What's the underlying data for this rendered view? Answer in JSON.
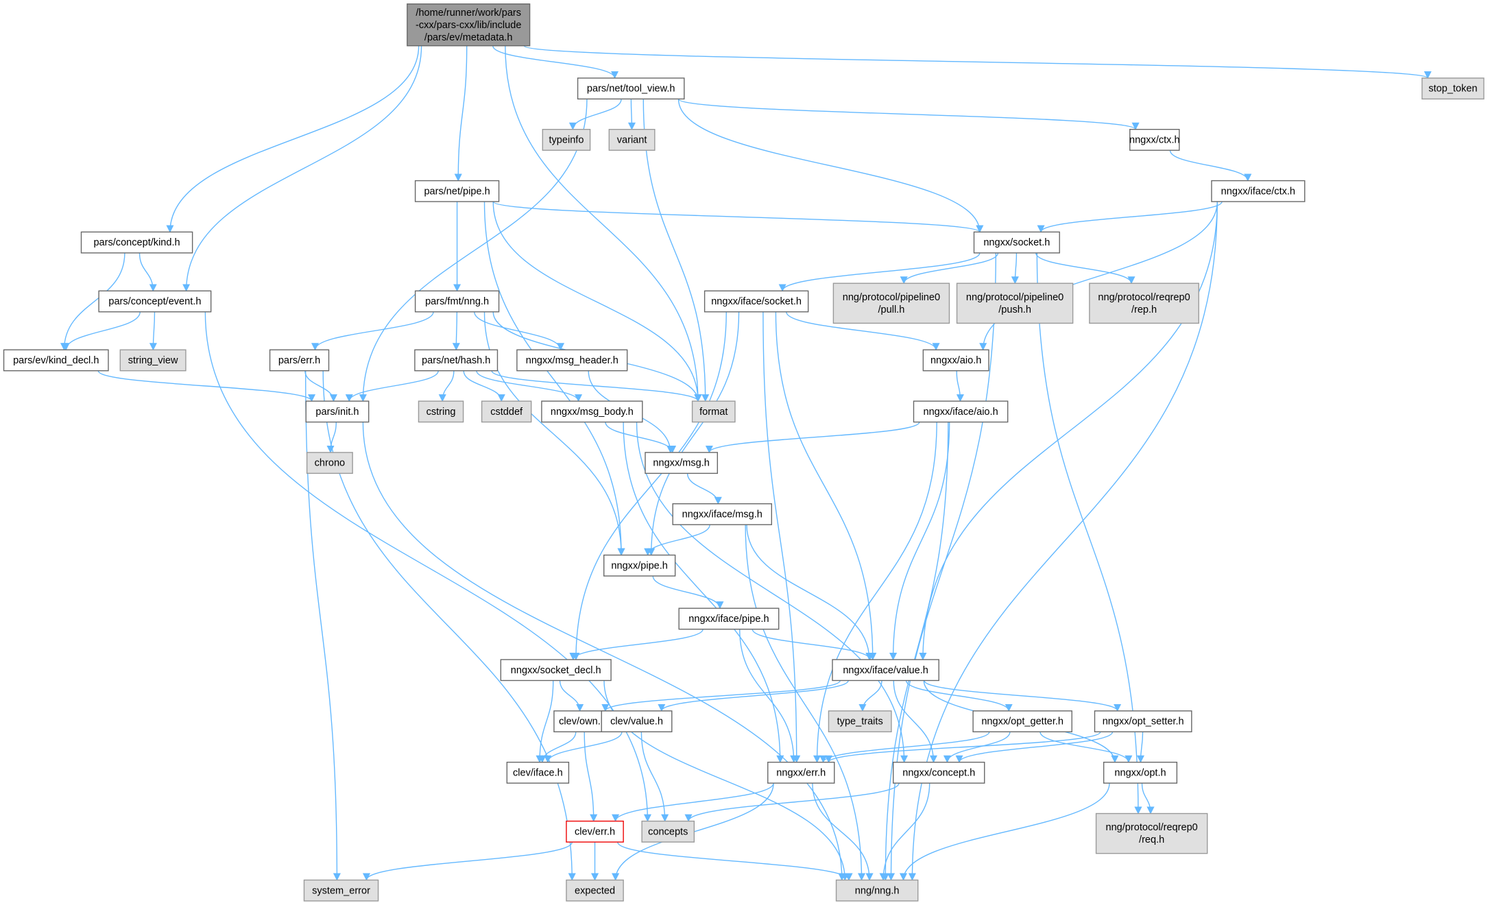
{
  "graph": {
    "edge_color": "#63b8ff",
    "nodes": [
      {
        "id": "root",
        "style": "root",
        "lines": [
          "/home/runner/work/pars",
          "-cxx/pars-cxx/lib/include",
          "/pars/ev/metadata.h"
        ]
      },
      {
        "id": "tool_view",
        "style": "normal",
        "lines": [
          "pars/net/tool_view.h"
        ]
      },
      {
        "id": "typeinfo",
        "style": "external",
        "lines": [
          "typeinfo"
        ]
      },
      {
        "id": "variant",
        "style": "external",
        "lines": [
          "variant"
        ]
      },
      {
        "id": "stop_token",
        "style": "external",
        "lines": [
          "stop_token"
        ]
      },
      {
        "id": "ctx",
        "style": "normal",
        "lines": [
          "nngxx/ctx.h"
        ]
      },
      {
        "id": "iface_ctx",
        "style": "normal",
        "lines": [
          "nngxx/iface/ctx.h"
        ]
      },
      {
        "id": "net_pipe",
        "style": "normal",
        "lines": [
          "pars/net/pipe.h"
        ]
      },
      {
        "id": "socket",
        "style": "normal",
        "lines": [
          "nngxx/socket.h"
        ]
      },
      {
        "id": "kind",
        "style": "normal",
        "lines": [
          "pars/concept/kind.h"
        ]
      },
      {
        "id": "event",
        "style": "normal",
        "lines": [
          "pars/concept/event.h"
        ]
      },
      {
        "id": "fmt_nng",
        "style": "normal",
        "lines": [
          "pars/fmt/nng.h"
        ]
      },
      {
        "id": "iface_socket",
        "style": "normal",
        "lines": [
          "nngxx/iface/socket.h"
        ]
      },
      {
        "id": "pull",
        "style": "external",
        "lines": [
          "nng/protocol/pipeline0",
          "/pull.h"
        ]
      },
      {
        "id": "push",
        "style": "external",
        "lines": [
          "nng/protocol/pipeline0",
          "/push.h"
        ]
      },
      {
        "id": "rep",
        "style": "external",
        "lines": [
          "nng/protocol/reqrep0",
          "/rep.h"
        ]
      },
      {
        "id": "kind_decl",
        "style": "normal",
        "lines": [
          "pars/ev/kind_decl.h"
        ]
      },
      {
        "id": "string_view",
        "style": "external",
        "lines": [
          "string_view"
        ]
      },
      {
        "id": "pars_err",
        "style": "normal",
        "lines": [
          "pars/err.h"
        ]
      },
      {
        "id": "hash",
        "style": "normal",
        "lines": [
          "pars/net/hash.h"
        ]
      },
      {
        "id": "msg_header",
        "style": "normal",
        "lines": [
          "nngxx/msg_header.h"
        ]
      },
      {
        "id": "aio",
        "style": "normal",
        "lines": [
          "nngxx/aio.h"
        ]
      },
      {
        "id": "init",
        "style": "normal",
        "lines": [
          "pars/init.h"
        ]
      },
      {
        "id": "cstring",
        "style": "external",
        "lines": [
          "cstring"
        ]
      },
      {
        "id": "cstddef",
        "style": "external",
        "lines": [
          "cstddef"
        ]
      },
      {
        "id": "msg_body",
        "style": "normal",
        "lines": [
          "nngxx/msg_body.h"
        ]
      },
      {
        "id": "format",
        "style": "external",
        "lines": [
          "format"
        ]
      },
      {
        "id": "iface_aio",
        "style": "normal",
        "lines": [
          "nngxx/iface/aio.h"
        ]
      },
      {
        "id": "chrono",
        "style": "external",
        "lines": [
          "chrono"
        ]
      },
      {
        "id": "msg",
        "style": "normal",
        "lines": [
          "nngxx/msg.h"
        ]
      },
      {
        "id": "iface_msg",
        "style": "normal",
        "lines": [
          "nngxx/iface/msg.h"
        ]
      },
      {
        "id": "pipe",
        "style": "normal",
        "lines": [
          "nngxx/pipe.h"
        ]
      },
      {
        "id": "iface_pipe",
        "style": "normal",
        "lines": [
          "nngxx/iface/pipe.h"
        ]
      },
      {
        "id": "socket_decl",
        "style": "normal",
        "lines": [
          "nngxx/socket_decl.h"
        ]
      },
      {
        "id": "iface_value",
        "style": "normal",
        "lines": [
          "nngxx/iface/value.h"
        ]
      },
      {
        "id": "own",
        "style": "normal",
        "lines": [
          "clev/own.h"
        ]
      },
      {
        "id": "clev_value",
        "style": "normal",
        "lines": [
          "clev/value.h"
        ]
      },
      {
        "id": "type_traits",
        "style": "external",
        "lines": [
          "type_traits"
        ]
      },
      {
        "id": "opt_getter",
        "style": "normal",
        "lines": [
          "nngxx/opt_getter.h"
        ]
      },
      {
        "id": "opt_setter",
        "style": "normal",
        "lines": [
          "nngxx/opt_setter.h"
        ]
      },
      {
        "id": "clev_iface",
        "style": "normal",
        "lines": [
          "clev/iface.h"
        ]
      },
      {
        "id": "nngxx_err",
        "style": "normal",
        "lines": [
          "nngxx/err.h"
        ]
      },
      {
        "id": "concept",
        "style": "normal",
        "lines": [
          "nngxx/concept.h"
        ]
      },
      {
        "id": "opt",
        "style": "normal",
        "lines": [
          "nngxx/opt.h"
        ]
      },
      {
        "id": "clev_err",
        "style": "error",
        "lines": [
          "clev/err.h"
        ]
      },
      {
        "id": "concepts",
        "style": "external",
        "lines": [
          "concepts"
        ]
      },
      {
        "id": "req",
        "style": "external",
        "lines": [
          "nng/protocol/reqrep0",
          "/req.h"
        ]
      },
      {
        "id": "system_error",
        "style": "external",
        "lines": [
          "system_error"
        ]
      },
      {
        "id": "expected",
        "style": "external",
        "lines": [
          "expected"
        ]
      },
      {
        "id": "nng",
        "style": "external",
        "lines": [
          "nng/nng.h"
        ]
      }
    ],
    "edges": [
      [
        "root",
        "tool_view"
      ],
      [
        "root",
        "net_pipe"
      ],
      [
        "root",
        "kind"
      ],
      [
        "root",
        "event"
      ],
      [
        "root",
        "format"
      ],
      [
        "root",
        "stop_token"
      ],
      [
        "tool_view",
        "typeinfo"
      ],
      [
        "tool_view",
        "variant"
      ],
      [
        "tool_view",
        "format"
      ],
      [
        "tool_view",
        "ctx"
      ],
      [
        "tool_view",
        "socket"
      ],
      [
        "tool_view",
        "init"
      ],
      [
        "ctx",
        "iface_ctx"
      ],
      [
        "iface_ctx",
        "socket"
      ],
      [
        "iface_ctx",
        "aio"
      ],
      [
        "iface_ctx",
        "iface_value"
      ],
      [
        "iface_ctx",
        "nng"
      ],
      [
        "net_pipe",
        "fmt_nng"
      ],
      [
        "net_pipe",
        "format"
      ],
      [
        "net_pipe",
        "socket"
      ],
      [
        "net_pipe",
        "pipe"
      ],
      [
        "socket",
        "iface_socket"
      ],
      [
        "socket",
        "pull"
      ],
      [
        "socket",
        "push"
      ],
      [
        "socket",
        "rep"
      ],
      [
        "socket",
        "req"
      ],
      [
        "socket",
        "nng"
      ],
      [
        "kind",
        "event"
      ],
      [
        "kind",
        "kind_decl"
      ],
      [
        "event",
        "kind_decl"
      ],
      [
        "event",
        "string_view"
      ],
      [
        "event",
        "concepts"
      ],
      [
        "fmt_nng",
        "pars_err"
      ],
      [
        "fmt_nng",
        "hash"
      ],
      [
        "fmt_nng",
        "msg_header"
      ],
      [
        "fmt_nng",
        "format"
      ],
      [
        "fmt_nng",
        "pipe"
      ],
      [
        "iface_socket",
        "aio"
      ],
      [
        "iface_socket",
        "iface_value"
      ],
      [
        "iface_socket",
        "nngxx_err"
      ],
      [
        "iface_socket",
        "socket_decl"
      ],
      [
        "iface_socket",
        "pipe"
      ],
      [
        "kind_decl",
        "init"
      ],
      [
        "pars_err",
        "init"
      ],
      [
        "pars_err",
        "system_error"
      ],
      [
        "pars_err",
        "expected"
      ],
      [
        "hash",
        "init"
      ],
      [
        "hash",
        "cstring"
      ],
      [
        "hash",
        "cstddef"
      ],
      [
        "hash",
        "msg_body"
      ],
      [
        "hash",
        "format"
      ],
      [
        "msg_header",
        "msg"
      ],
      [
        "aio",
        "iface_aio"
      ],
      [
        "init",
        "chrono"
      ],
      [
        "init",
        "nng"
      ],
      [
        "msg_body",
        "msg"
      ],
      [
        "msg_body",
        "nngxx_err"
      ],
      [
        "msg_body",
        "concept"
      ],
      [
        "iface_aio",
        "msg"
      ],
      [
        "iface_aio",
        "iface_value"
      ],
      [
        "iface_aio",
        "nngxx_err"
      ],
      [
        "iface_aio",
        "nng"
      ],
      [
        "msg",
        "iface_msg"
      ],
      [
        "iface_msg",
        "pipe"
      ],
      [
        "iface_msg",
        "iface_value"
      ],
      [
        "iface_msg",
        "nng"
      ],
      [
        "pipe",
        "iface_pipe"
      ],
      [
        "iface_pipe",
        "socket_decl"
      ],
      [
        "iface_pipe",
        "iface_value"
      ],
      [
        "iface_pipe",
        "nngxx_err"
      ],
      [
        "socket_decl",
        "own"
      ],
      [
        "socket_decl",
        "clev_iface"
      ],
      [
        "socket_decl",
        "nng"
      ],
      [
        "iface_value",
        "own"
      ],
      [
        "iface_value",
        "clev_value"
      ],
      [
        "iface_value",
        "type_traits"
      ],
      [
        "iface_value",
        "opt_getter"
      ],
      [
        "iface_value",
        "opt_setter"
      ],
      [
        "iface_value",
        "concept"
      ],
      [
        "iface_value",
        "opt"
      ],
      [
        "own",
        "clev_iface"
      ],
      [
        "own",
        "clev_err"
      ],
      [
        "clev_value",
        "clev_iface"
      ],
      [
        "clev_value",
        "concepts"
      ],
      [
        "opt_getter",
        "nngxx_err"
      ],
      [
        "opt_getter",
        "concept"
      ],
      [
        "opt_getter",
        "opt"
      ],
      [
        "opt_setter",
        "nngxx_err"
      ],
      [
        "opt_setter",
        "concept"
      ],
      [
        "opt_setter",
        "opt"
      ],
      [
        "nngxx_err",
        "clev_err"
      ],
      [
        "nngxx_err",
        "expected"
      ],
      [
        "nngxx_err",
        "nng"
      ],
      [
        "concept",
        "concepts"
      ],
      [
        "concept",
        "nng"
      ],
      [
        "opt",
        "req"
      ],
      [
        "opt",
        "nng"
      ],
      [
        "clev_err",
        "system_error"
      ],
      [
        "clev_err",
        "expected"
      ],
      [
        "clev_err",
        "nng"
      ]
    ]
  }
}
